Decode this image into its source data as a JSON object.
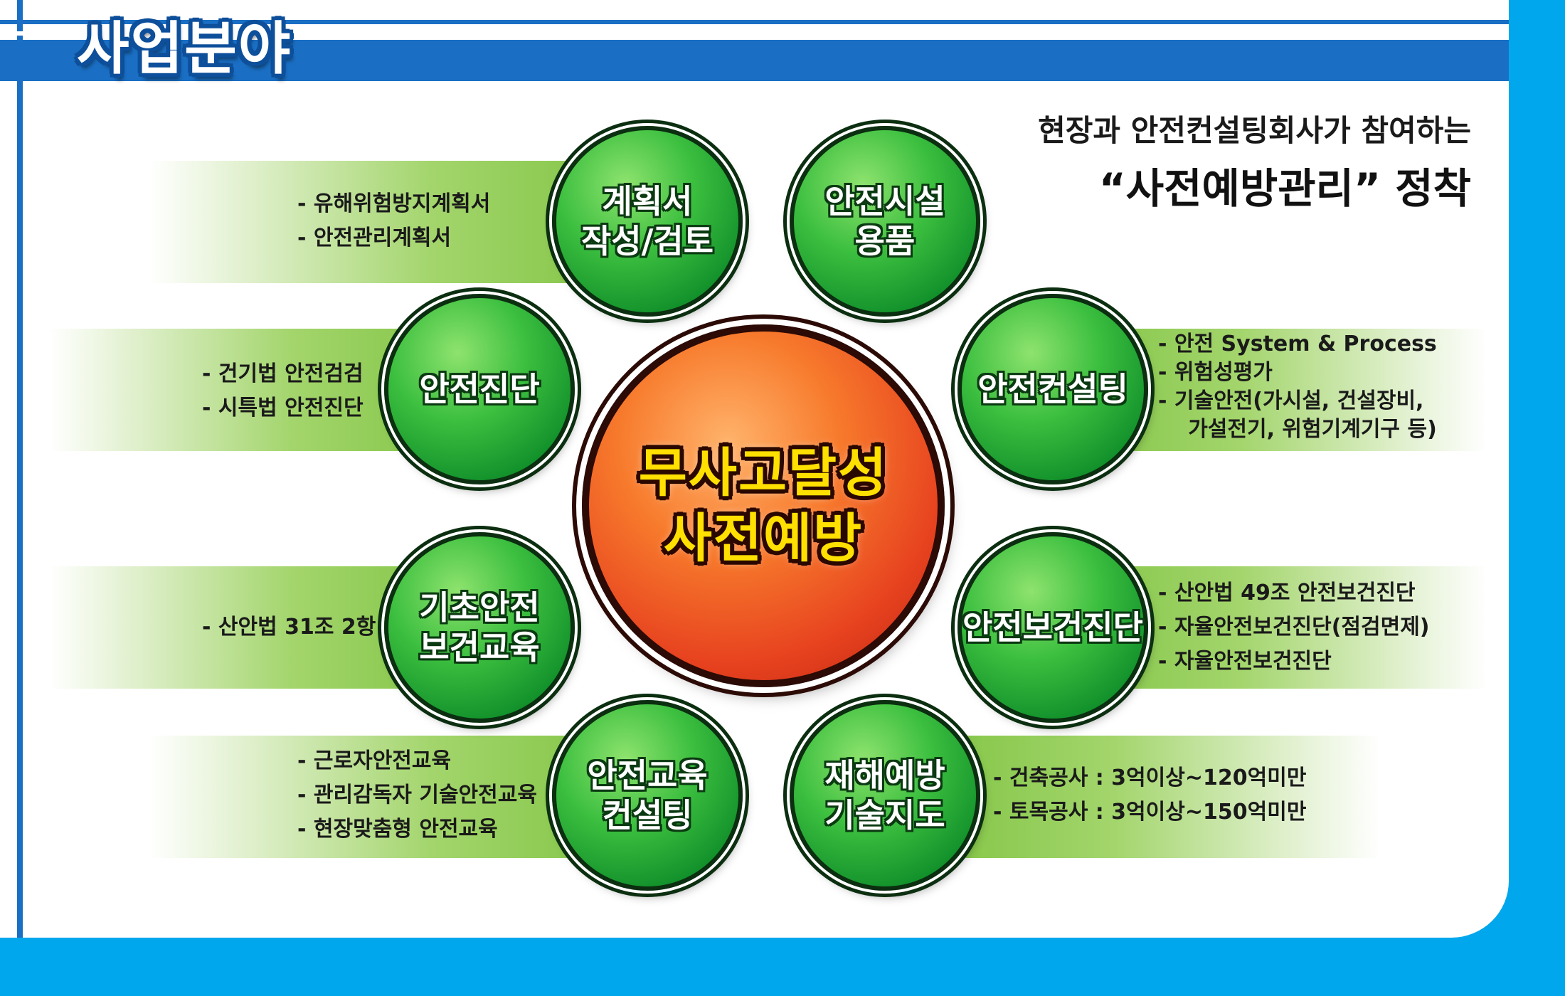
{
  "section_title": "사업분야",
  "headline": {
    "line1": "현장과 안전컨설팅회사가 참여하는",
    "line2": "“사전예방관리” 정착"
  },
  "center": {
    "line1": "무사고달성",
    "line2": "사전예방"
  },
  "nodes": [
    {
      "id": "plan",
      "line1": "계획서",
      "line2": "작성/검토",
      "bullets": [
        "- 유해위험방지계획서",
        "- 안전관리계획서"
      ]
    },
    {
      "id": "facility",
      "line1": "안전시설",
      "line2": "용품",
      "bullets": []
    },
    {
      "id": "diagnosis",
      "line1": "안전진단",
      "line2": "",
      "bullets": [
        "- 건기법 안전검검",
        "- 시특법 안전진단"
      ]
    },
    {
      "id": "consulting",
      "line1": "안전컨설팅",
      "line2": "",
      "bullets": [
        "- 안전 System & Process",
        "- 위험성평가",
        "- 기술안전(가시설, 건설장비,",
        "가설전기, 위험기계기구 등)"
      ]
    },
    {
      "id": "basic-edu",
      "line1": "기초안전",
      "line2": "보건교육",
      "bullets": [
        "- 산안법 31조 2항"
      ]
    },
    {
      "id": "health-diag",
      "line1": "안전보건진단",
      "line2": "",
      "bullets": [
        "- 산안법 49조 안전보건진단",
        "- 자율안전보건진단(점검면제)",
        "- 자율안전보건진단"
      ]
    },
    {
      "id": "edu-consult",
      "line1": "안전교육",
      "line2": "컨설팅",
      "bullets": [
        "- 근로자안전교육",
        "- 관리감독자 기술안전교육",
        "- 현장맞춤형 안전교육"
      ]
    },
    {
      "id": "tech-guide",
      "line1": "재해예방",
      "line2": "기술지도",
      "bullets": [
        "- 건축공사 : 3억이상~120억미만",
        "- 토목공사 : 3억이상~150억미만"
      ]
    }
  ],
  "colors": {
    "frame_blue": "#00a7ec",
    "band_blue": "#1a6fc4",
    "circle_green": "#3cbf3f",
    "strip_green": "#7cc23e",
    "center_red": "#e7421f",
    "center_text": "#ffe000"
  }
}
